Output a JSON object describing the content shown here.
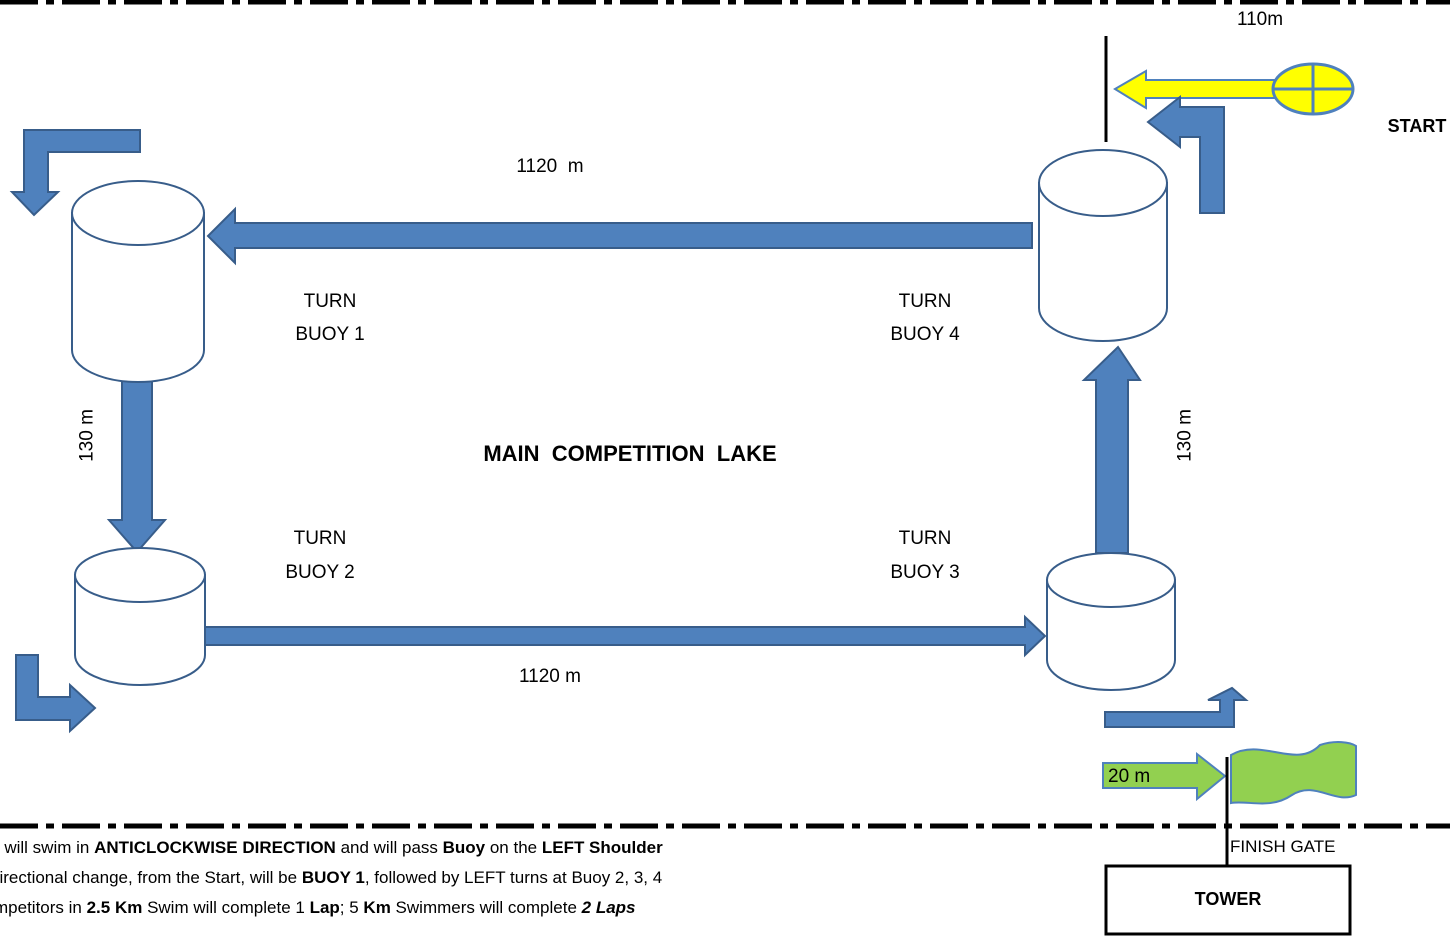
{
  "labels": {
    "top_distance": "110m",
    "start": "START",
    "top_leg": "1120  m",
    "bottom_leg": "1120 m",
    "left_leg": "130 m",
    "right_leg": "130 m",
    "lake": "MAIN  COMPETITION  LAKE",
    "buoy1_line1": "TURN",
    "buoy1_line2": "BUOY 1",
    "buoy2_line1": "TURN",
    "buoy2_line2": "BUOY 2",
    "buoy3_line1": "TURN",
    "buoy3_line2": "BUOY 3",
    "buoy4_line1": "TURN",
    "buoy4_line2": "BUOY 4",
    "finish_distance": "20 m",
    "finish_gate": "FINISH GATE",
    "tower": "TOWER"
  },
  "notes": {
    "line1_a": "ors will swim in ",
    "line1_b": "ANTICLOCKWISE DIRECTION",
    "line1_c": " and will pass ",
    "line1_d": "Buoy",
    "line1_e": " on the ",
    "line1_f": "LEFT Shoulder",
    "line2_a": " directional change, from the Start, will be ",
    "line2_b": "BUOY 1",
    "line2_c": ", followed by LEFT turns at Buoy 2, 3, 4",
    "line3_a": "mpetitors in ",
    "line3_b": "2.5 Km",
    "line3_c": " Swim will complete 1 ",
    "line3_d": "Lap",
    "line3_e": "; 5 ",
    "line3_f": "Km",
    "line3_g": " Swimmers will complete ",
    "line3_h": "2 Laps"
  },
  "colors": {
    "arrow_blue": "#4f81bd",
    "arrow_blue_edge": "#385d8a",
    "start_yellow": "#ffff00",
    "finish_green": "#92d050",
    "buoy_edge": "#385d8a"
  }
}
